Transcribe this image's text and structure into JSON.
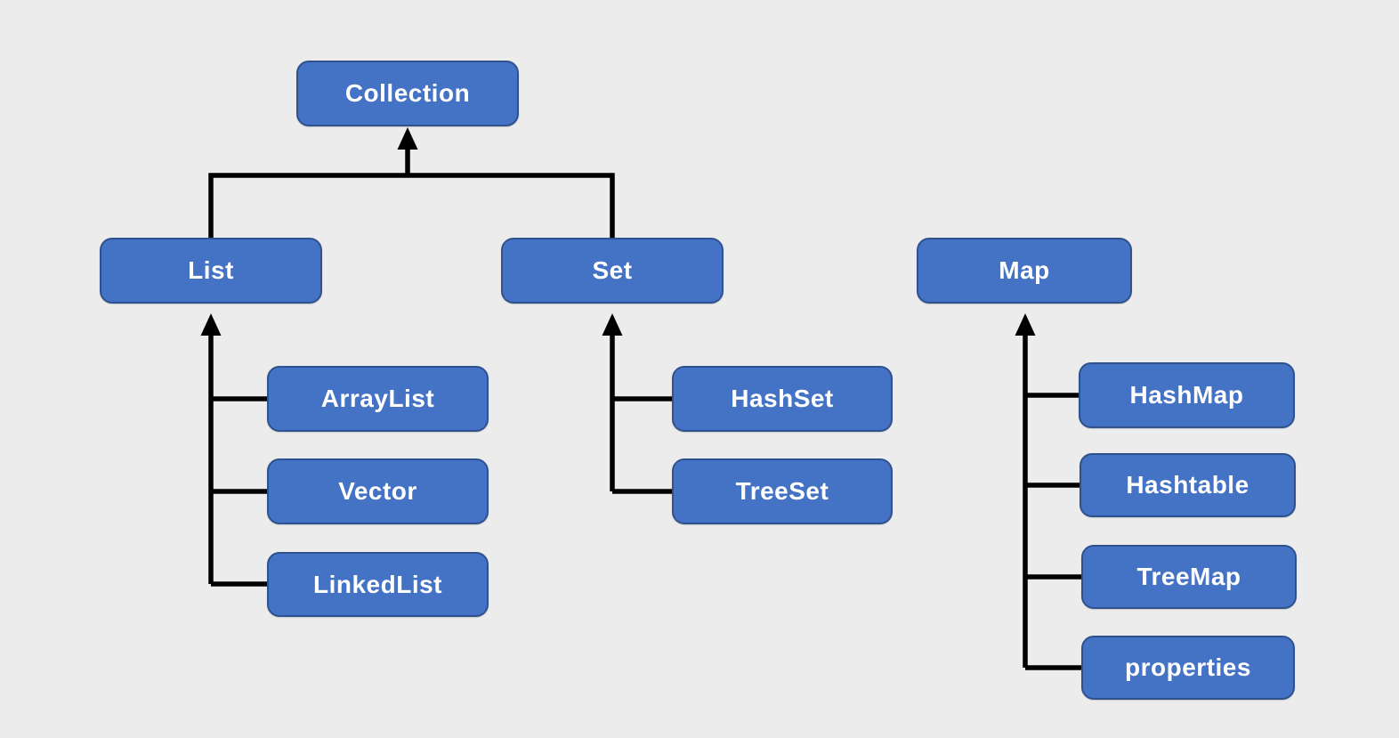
{
  "diagram": {
    "background_color": "#ECECEC",
    "node_fill_color": "#4472C4",
    "node_border_color": "#2F528F",
    "node_text_color": "#FFFFFF",
    "connector_color": "#000000",
    "nodes": {
      "collection": "Collection",
      "list": "List",
      "set": "Set",
      "map": "Map",
      "arraylist": "ArrayList",
      "vector": "Vector",
      "linkedlist": "LinkedList",
      "hashset": "HashSet",
      "treeset": "TreeSet",
      "hashmap": "HashMap",
      "hashtable": "Hashtable",
      "treemap": "TreeMap",
      "properties": "properties"
    },
    "edges": [
      {
        "from": "List",
        "to": "Collection"
      },
      {
        "from": "Set",
        "to": "Collection"
      },
      {
        "from": "ArrayList",
        "to": "List"
      },
      {
        "from": "Vector",
        "to": "List"
      },
      {
        "from": "LinkedList",
        "to": "List"
      },
      {
        "from": "HashSet",
        "to": "Set"
      },
      {
        "from": "TreeSet",
        "to": "Set"
      },
      {
        "from": "HashMap",
        "to": "Map"
      },
      {
        "from": "Hashtable",
        "to": "Map"
      },
      {
        "from": "TreeMap",
        "to": "Map"
      },
      {
        "from": "properties",
        "to": "Map"
      }
    ]
  }
}
